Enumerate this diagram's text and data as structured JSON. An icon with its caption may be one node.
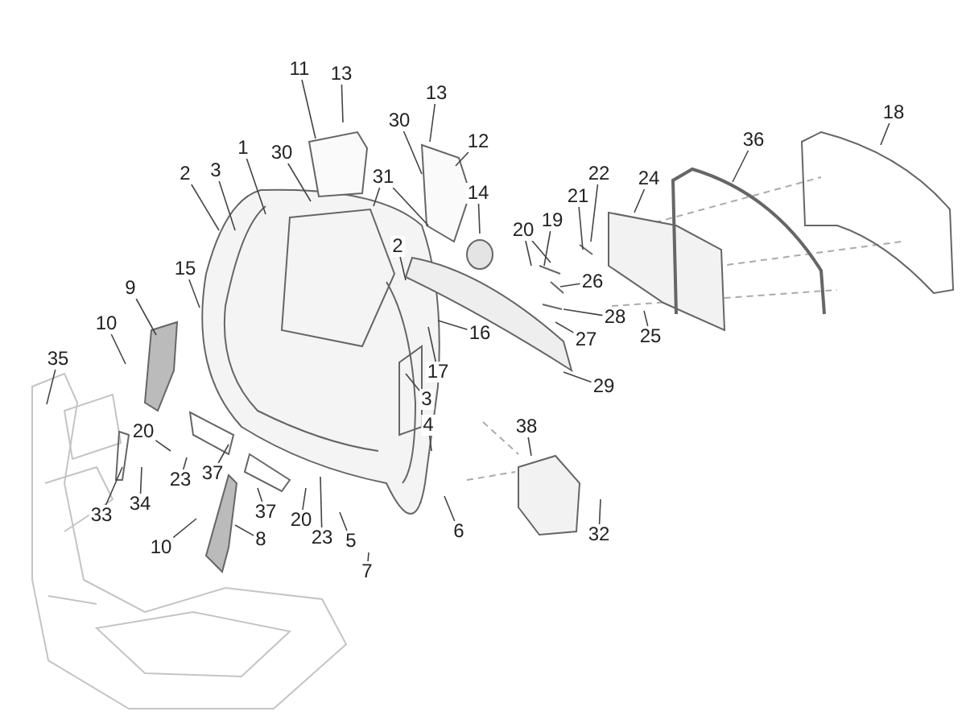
{
  "diagram": {
    "nodes": [
      {
        "text": [
          "11"
        ]
      },
      {
        "text": [
          "13"
        ]
      },
      {
        "text": [
          "30"
        ]
      },
      {
        "text": [
          "1"
        ]
      },
      {
        "text": [
          "3"
        ]
      },
      {
        "text": [
          "2"
        ]
      },
      {
        "text": [
          "30"
        ]
      },
      {
        "text": [
          "31"
        ]
      },
      {
        "text": [
          "13"
        ]
      },
      {
        "text": [
          "12"
        ]
      },
      {
        "text": [
          "14"
        ]
      },
      {
        "text": [
          "2"
        ]
      },
      {
        "text": [
          "15"
        ]
      },
      {
        "text": [
          "9"
        ]
      },
      {
        "text": [
          "10"
        ]
      },
      {
        "text": [
          "35"
        ]
      },
      {
        "text": [
          "16"
        ]
      },
      {
        "text": [
          "17"
        ]
      },
      {
        "text": [
          "3"
        ]
      },
      {
        "text": [
          "4"
        ]
      },
      {
        "text": [
          "20"
        ]
      },
      {
        "text": [
          "23"
        ]
      },
      {
        "text": [
          "37"
        ]
      },
      {
        "text": [
          "33"
        ]
      },
      {
        "text": [
          "34"
        ]
      },
      {
        "text": [
          "37"
        ]
      },
      {
        "text": [
          "20"
        ]
      },
      {
        "text": [
          "23"
        ]
      },
      {
        "text": [
          "5"
        ]
      },
      {
        "text": [
          "7"
        ]
      },
      {
        "text": [
          "10"
        ]
      },
      {
        "text": [
          "8"
        ]
      },
      {
        "text": [
          "6"
        ]
      },
      {
        "text": [
          "38"
        ]
      },
      {
        "text": [
          "32"
        ]
      },
      {
        "text": [
          "20"
        ]
      },
      {
        "text": [
          "19"
        ]
      },
      {
        "text": [
          "21"
        ]
      },
      {
        "text": [
          "22"
        ]
      },
      {
        "text": [
          "24"
        ]
      },
      {
        "text": [
          "36"
        ]
      },
      {
        "text": [
          "18"
        ]
      },
      {
        "text": [
          "26"
        ]
      },
      {
        "text": [
          "28"
        ]
      },
      {
        "text": [
          "27"
        ]
      },
      {
        "text": [
          "25"
        ]
      },
      {
        "text": [
          "29"
        ]
      }
    ],
    "edges": [
      {
        "from": 0,
        "to": null,
        "arrow": "none"
      },
      {
        "from": 1,
        "to": null,
        "arrow": "none"
      },
      {
        "from": 2,
        "to": null,
        "arrow": "none"
      },
      {
        "from": 3,
        "to": null,
        "arrow": "none"
      },
      {
        "from": 4,
        "to": null,
        "arrow": "none"
      },
      {
        "from": 5,
        "to": null,
        "arrow": "none"
      },
      {
        "from": 6,
        "to": null,
        "arrow": "none"
      },
      {
        "from": 7,
        "to": null,
        "arrow": "none"
      },
      {
        "from": 7,
        "to": null,
        "arrow": "none"
      },
      {
        "from": 8,
        "to": null,
        "arrow": "none"
      },
      {
        "from": 9,
        "to": null,
        "arrow": "none"
      },
      {
        "from": 10,
        "to": null,
        "arrow": "none"
      },
      {
        "from": 11,
        "to": null,
        "arrow": "none"
      },
      {
        "from": 12,
        "to": null,
        "arrow": "none"
      },
      {
        "from": 13,
        "to": null,
        "arrow": "none"
      },
      {
        "from": 14,
        "to": null,
        "arrow": "none"
      },
      {
        "from": 15,
        "to": null,
        "arrow": "none"
      },
      {
        "from": 16,
        "to": null,
        "arrow": "none"
      },
      {
        "from": 17,
        "to": null,
        "arrow": "none"
      },
      {
        "from": 18,
        "to": null,
        "arrow": "none"
      },
      {
        "from": 19,
        "to": null,
        "arrow": "none"
      },
      {
        "from": 20,
        "to": null,
        "arrow": "none"
      },
      {
        "from": 21,
        "to": null,
        "arrow": "none"
      },
      {
        "from": 22,
        "to": null,
        "arrow": "none"
      },
      {
        "from": 23,
        "to": null,
        "arrow": "none"
      },
      {
        "from": 24,
        "to": null,
        "arrow": "none"
      },
      {
        "from": 25,
        "to": null,
        "arrow": "none"
      },
      {
        "from": 26,
        "to": null,
        "arrow": "none"
      },
      {
        "from": 27,
        "to": null,
        "arrow": "none"
      },
      {
        "from": 28,
        "to": null,
        "arrow": "none"
      },
      {
        "from": 29,
        "to": null,
        "arrow": "none"
      },
      {
        "from": 30,
        "to": null,
        "arrow": "none"
      },
      {
        "from": 31,
        "to": null,
        "arrow": "none"
      },
      {
        "from": 32,
        "to": null,
        "arrow": "none"
      },
      {
        "from": 33,
        "to": null,
        "arrow": "none"
      },
      {
        "from": 34,
        "to": null,
        "arrow": "none"
      },
      {
        "from": 35,
        "to": null,
        "arrow": "none"
      },
      {
        "from": 35,
        "to": null,
        "arrow": "none"
      },
      {
        "from": 36,
        "to": null,
        "arrow": "none"
      },
      {
        "from": 37,
        "to": null,
        "arrow": "none"
      },
      {
        "from": 38,
        "to": null,
        "arrow": "none"
      },
      {
        "from": 39,
        "to": null,
        "arrow": "none"
      },
      {
        "from": 40,
        "to": null,
        "arrow": "none"
      },
      {
        "from": 41,
        "to": null,
        "arrow": "none"
      },
      {
        "from": 42,
        "to": null,
        "arrow": "none"
      },
      {
        "from": 43,
        "to": null,
        "arrow": "none"
      },
      {
        "from": 44,
        "to": null,
        "arrow": "none"
      },
      {
        "from": 45,
        "to": null,
        "arrow": "none"
      },
      {
        "from": 46,
        "to": null,
        "arrow": "none"
      }
    ]
  }
}
